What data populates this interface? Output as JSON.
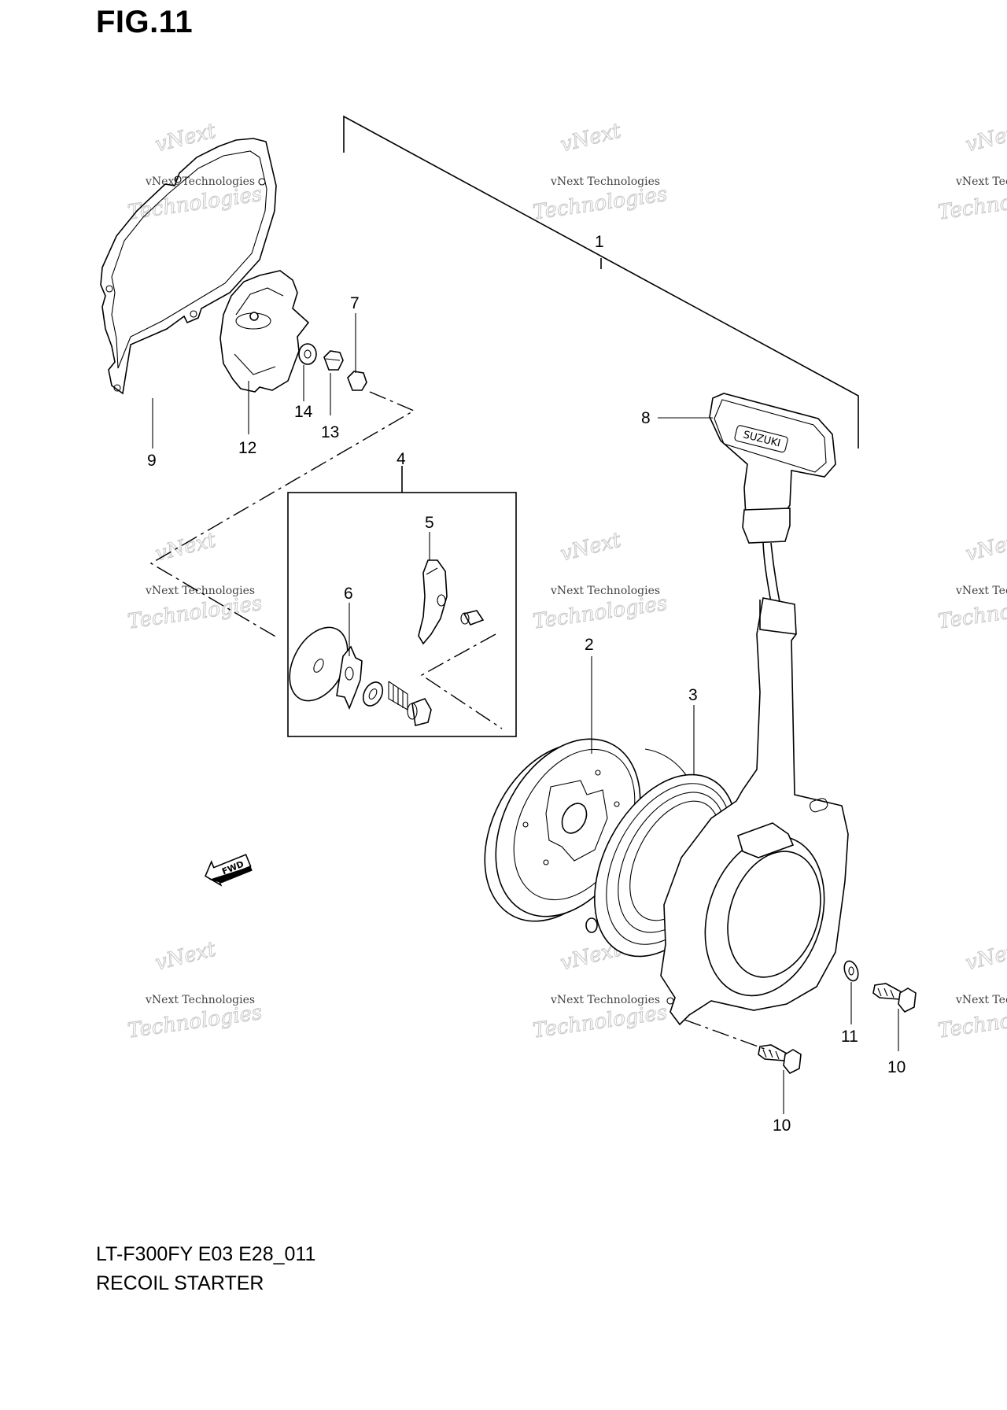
{
  "figure_title": "FIG.11",
  "model_code": "LT-F300FY E03 E28_011",
  "section_name": "RECOIL STARTER",
  "fwd_label": "FWD",
  "watermark": {
    "line1": "vNext",
    "line2": "vNext Technologies",
    "line3": "Technologies"
  },
  "handle_logo": "SUZUKI",
  "callouts": [
    "1",
    "2",
    "3",
    "4",
    "5",
    "6",
    "7",
    "8",
    "9",
    "10",
    "10",
    "11",
    "12",
    "13",
    "14"
  ]
}
